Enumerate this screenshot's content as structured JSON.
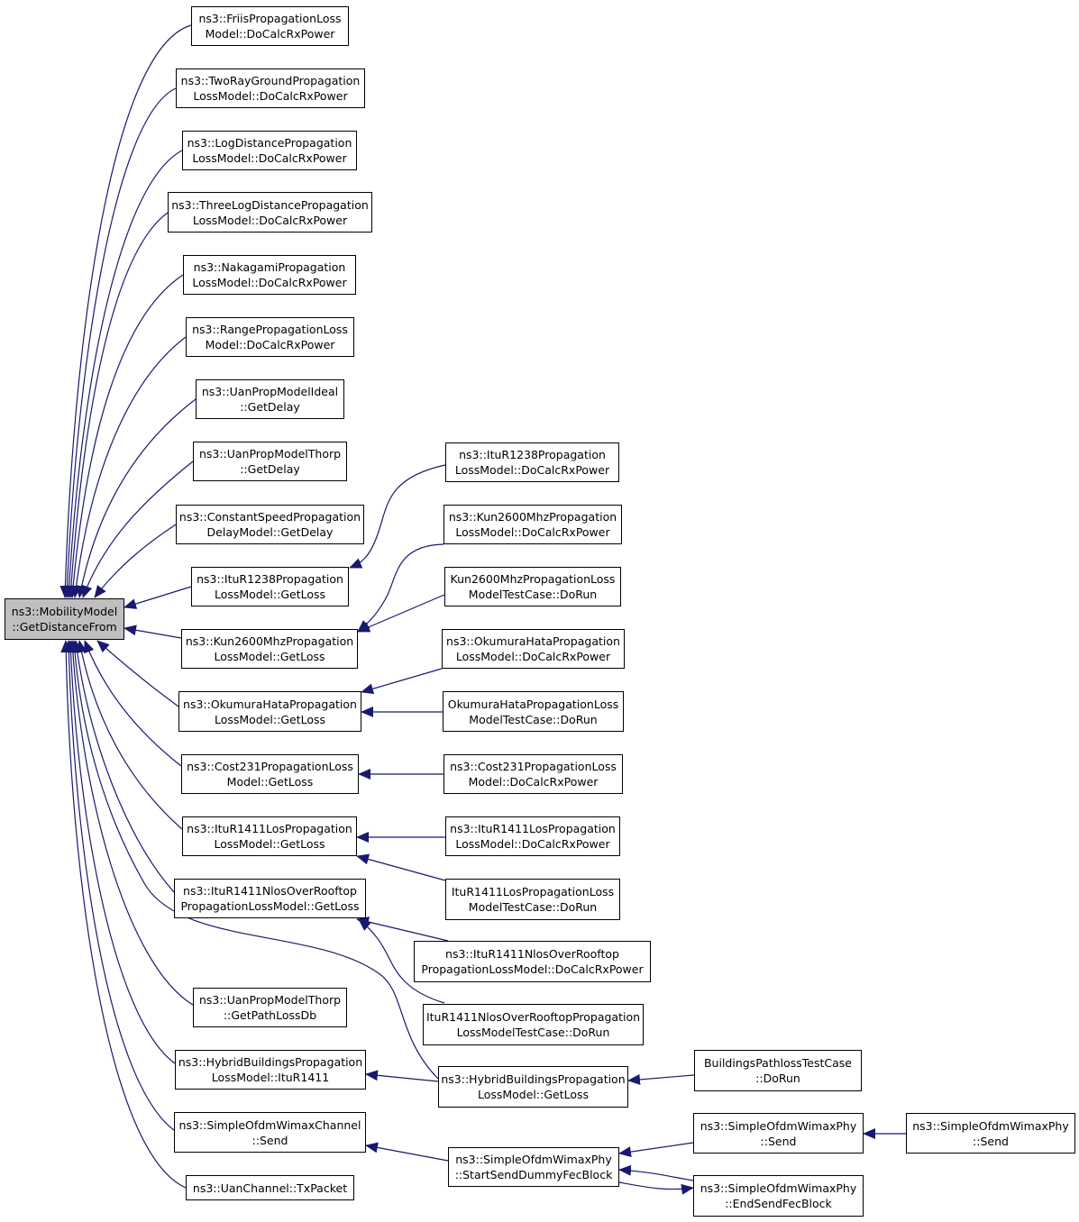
{
  "nodes": {
    "root": {
      "l1": "ns3::MobilityModel",
      "l2": "::GetDistanceFrom"
    },
    "friis": {
      "l1": "ns3::FriisPropagationLoss",
      "l2": "Model::DoCalcRxPower"
    },
    "tworay": {
      "l1": "ns3::TwoRayGroundPropagation",
      "l2": "LossModel::DoCalcRxPower"
    },
    "logdist": {
      "l1": "ns3::LogDistancePropagation",
      "l2": "LossModel::DoCalcRxPower"
    },
    "threelog": {
      "l1": "ns3::ThreeLogDistancePropagation",
      "l2": "LossModel::DoCalcRxPower"
    },
    "nakagami": {
      "l1": "ns3::NakagamiPropagation",
      "l2": "LossModel::DoCalcRxPower"
    },
    "range": {
      "l1": "ns3::RangePropagationLoss",
      "l2": "Model::DoCalcRxPower"
    },
    "uanideal": {
      "l1": "ns3::UanPropModelIdeal",
      "l2": "::GetDelay"
    },
    "uanthorp_delay": {
      "l1": "ns3::UanPropModelThorp",
      "l2": "::GetDelay"
    },
    "constspeed": {
      "l1": "ns3::ConstantSpeedPropagation",
      "l2": "DelayModel::GetDelay"
    },
    "itu1238_getloss": {
      "l1": "ns3::ItuR1238Propagation",
      "l2": "LossModel::GetLoss"
    },
    "kun_getloss": {
      "l1": "ns3::Kun2600MhzPropagation",
      "l2": "LossModel::GetLoss"
    },
    "okumura_getloss": {
      "l1": "ns3::OkumuraHataPropagation",
      "l2": "LossModel::GetLoss"
    },
    "cost231_getloss": {
      "l1": "ns3::Cost231PropagationLoss",
      "l2": "Model::GetLoss"
    },
    "itu1411los_getloss": {
      "l1": "ns3::ItuR1411LosPropagation",
      "l2": "LossModel::GetLoss"
    },
    "itu1411nlos_getloss": {
      "l1": "ns3::ItuR1411NlosOverRooftop",
      "l2": "PropagationLossModel::GetLoss"
    },
    "uanthorp_pathloss": {
      "l1": "ns3::UanPropModelThorp",
      "l2": "::GetPathLossDb"
    },
    "hybrid_itu1411": {
      "l1": "ns3::HybridBuildingsPropagation",
      "l2": "LossModel::ItuR1411"
    },
    "simplechannel_send": {
      "l1": "ns3::SimpleOfdmWimaxChannel",
      "l2": "::Send"
    },
    "uanchannel": {
      "l1": "ns3::UanChannel::TxPacket",
      "l2": ""
    },
    "itu1238_docalc": {
      "l1": "ns3::ItuR1238Propagation",
      "l2": "LossModel::DoCalcRxPower"
    },
    "kun_docalc": {
      "l1": "ns3::Kun2600MhzPropagation",
      "l2": "LossModel::DoCalcRxPower"
    },
    "kun_test": {
      "l1": "Kun2600MhzPropagationLoss",
      "l2": "ModelTestCase::DoRun"
    },
    "okumura_docalc": {
      "l1": "ns3::OkumuraHataPropagation",
      "l2": "LossModel::DoCalcRxPower"
    },
    "okumura_test": {
      "l1": "OkumuraHataPropagationLoss",
      "l2": "ModelTestCase::DoRun"
    },
    "cost231_docalc": {
      "l1": "ns3::Cost231PropagationLoss",
      "l2": "Model::DoCalcRxPower"
    },
    "itu1411los_docalc": {
      "l1": "ns3::ItuR1411LosPropagation",
      "l2": "LossModel::DoCalcRxPower"
    },
    "itu1411los_test": {
      "l1": "ItuR1411LosPropagationLoss",
      "l2": "ModelTestCase::DoRun"
    },
    "itu1411nlos_docalc": {
      "l1": "ns3::ItuR1411NlosOverRooftop",
      "l2": "PropagationLossModel::DoCalcRxPower"
    },
    "itu1411nlos_test": {
      "l1": "ItuR1411NlosOverRooftopPropagation",
      "l2": "LossModelTestCase::DoRun"
    },
    "hybrid_getloss": {
      "l1": "ns3::HybridBuildingsPropagation",
      "l2": "LossModel::GetLoss"
    },
    "startsend": {
      "l1": "ns3::SimpleOfdmWimaxPhy",
      "l2": "::StartSendDummyFecBlock"
    },
    "buildings_test": {
      "l1": "BuildingsPathlossTestCase",
      "l2": "::DoRun"
    },
    "phy_send": {
      "l1": "ns3::SimpleOfdmWimaxPhy",
      "l2": "::Send"
    },
    "endsend": {
      "l1": "ns3::SimpleOfdmWimaxPhy",
      "l2": "::EndSendFecBlock"
    },
    "phy_send2": {
      "l1": "ns3::SimpleOfdmWimaxPhy",
      "l2": "::Send"
    }
  },
  "colors": {
    "edge": "#191970",
    "root_fill": "#bfbfbf",
    "node_border": "#000000"
  }
}
